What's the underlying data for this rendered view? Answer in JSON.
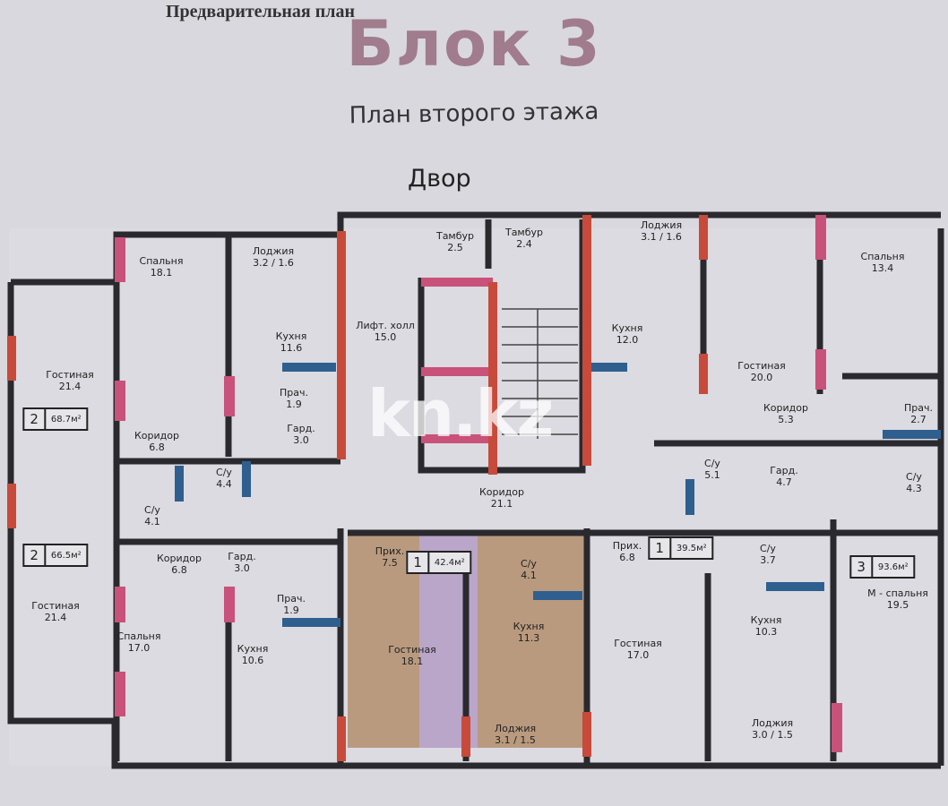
{
  "header": {
    "pretitle": "Предварительная план",
    "title": "Блок 3",
    "subtitle": "План второго этажа",
    "courtyard": "Двор"
  },
  "watermark": "kn.kz",
  "colors": {
    "wall": "#2a2a2e",
    "pink_wall": "#c8527a",
    "red_wall": "#c84a3a",
    "bathroom_strip": "#2f5f8f",
    "highlight_beige": "#b99a7e",
    "highlight_lavender": "#b9a6c9",
    "background": "#d9d8de"
  },
  "rooms": [
    {
      "name": "Спальня",
      "area": "18.1"
    },
    {
      "name": "Лоджия",
      "area": "3.2 / 1.6"
    },
    {
      "name": "Кухня",
      "area": "11.6"
    },
    {
      "name": "Лифт. холл",
      "area": "15.0"
    },
    {
      "name": "Гостиная",
      "area": "21.4"
    },
    {
      "name": "Тамбур",
      "area": "2.5"
    },
    {
      "name": "Тамбур",
      "area": "2.4"
    },
    {
      "name": "Лоджия",
      "area": "3.1 / 1.6"
    },
    {
      "name": "Кухня",
      "area": "12.0"
    },
    {
      "name": "Гостиная",
      "area": "20.0"
    },
    {
      "name": "Спальня",
      "area": "13.4"
    },
    {
      "name": "Коридор",
      "area": "5.3"
    },
    {
      "name": "Прач.",
      "area": "2.7"
    },
    {
      "name": "Прач.",
      "area": "1.9"
    },
    {
      "name": "Гард.",
      "area": "3.0"
    },
    {
      "name": "Коридор",
      "area": "6.8"
    },
    {
      "name": "С/у",
      "area": "4.4"
    },
    {
      "name": "С/у",
      "area": "4.1"
    },
    {
      "name": "Коридор",
      "area": "21.1"
    },
    {
      "name": "С/у",
      "area": "5.1"
    },
    {
      "name": "Гард.",
      "area": "4.7"
    },
    {
      "name": "С/у",
      "area": "4.3"
    },
    {
      "name": "Гостиная",
      "area": "21.4"
    },
    {
      "name": "Коридор",
      "area": "6.8"
    },
    {
      "name": "Гард.",
      "area": "3.0"
    },
    {
      "name": "Прих.",
      "area": "7.5"
    },
    {
      "name": "С/у",
      "area": "4.1"
    },
    {
      "name": "Прач.",
      "area": "1.9"
    },
    {
      "name": "Спальня",
      "area": "17.0"
    },
    {
      "name": "Кухня",
      "area": "10.6"
    },
    {
      "name": "Гостиная",
      "area": "18.1"
    },
    {
      "name": "Кухня",
      "area": "11.3"
    },
    {
      "name": "Лоджия",
      "area": "3.1 / 1.5"
    },
    {
      "name": "Прих.",
      "area": "6.8"
    },
    {
      "name": "С/у",
      "area": "3.7"
    },
    {
      "name": "Кухня",
      "area": "10.3"
    },
    {
      "name": "Гостиная",
      "area": "17.0"
    },
    {
      "name": "Лоджия",
      "area": "3.0 / 1.5"
    },
    {
      "name": "М - спальня",
      "area": "19.5"
    }
  ],
  "apartments": [
    {
      "rooms": "2",
      "area": "68.7м²"
    },
    {
      "rooms": "2",
      "area": "66.5м²"
    },
    {
      "rooms": "1",
      "area": "42.4м²"
    },
    {
      "rooms": "1",
      "area": "39.5м²"
    },
    {
      "rooms": "3",
      "area": "93.6м²"
    }
  ]
}
